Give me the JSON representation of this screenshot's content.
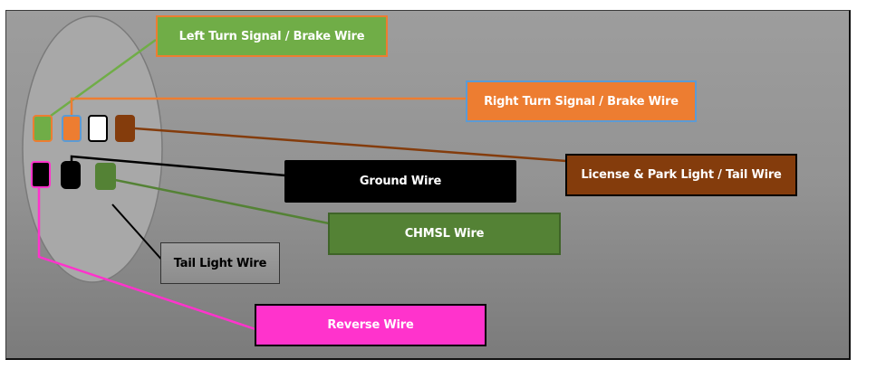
{
  "diagram": {
    "title": "7-pin trailer connector wiring diagram",
    "pins": [
      {
        "id": "left-turn",
        "color": "#70ad47",
        "border": "#ed7d31"
      },
      {
        "id": "right-turn",
        "color": "#ed7d31",
        "border": "#5b9bd5"
      },
      {
        "id": "white",
        "color": "#ffffff",
        "border": "#000000"
      },
      {
        "id": "license-park",
        "color": "#843c0c",
        "border": "#843c0c"
      },
      {
        "id": "reverse",
        "color": "#000000",
        "border": "#ff33cc"
      },
      {
        "id": "ground",
        "color": "#000000",
        "border": "#000000"
      },
      {
        "id": "chmsl",
        "color": "#548235",
        "border": "#548235"
      }
    ],
    "labels": {
      "left_turn": "Left Turn Signal / Brake Wire",
      "right_turn": "Right Turn Signal / Brake Wire",
      "license_park": "License & Park Light / Tail Wire",
      "ground": "Ground Wire",
      "chmsl": "CHMSL Wire",
      "tail_light": "Tail Light Wire",
      "reverse": "Reverse Wire"
    },
    "colors": {
      "green": "#70ad47",
      "orange": "#ed7d31",
      "blue_border": "#5b9bd5",
      "brown": "#843c0c",
      "black": "#000000",
      "dark_green": "#548235",
      "pink": "#ff33cc"
    }
  }
}
